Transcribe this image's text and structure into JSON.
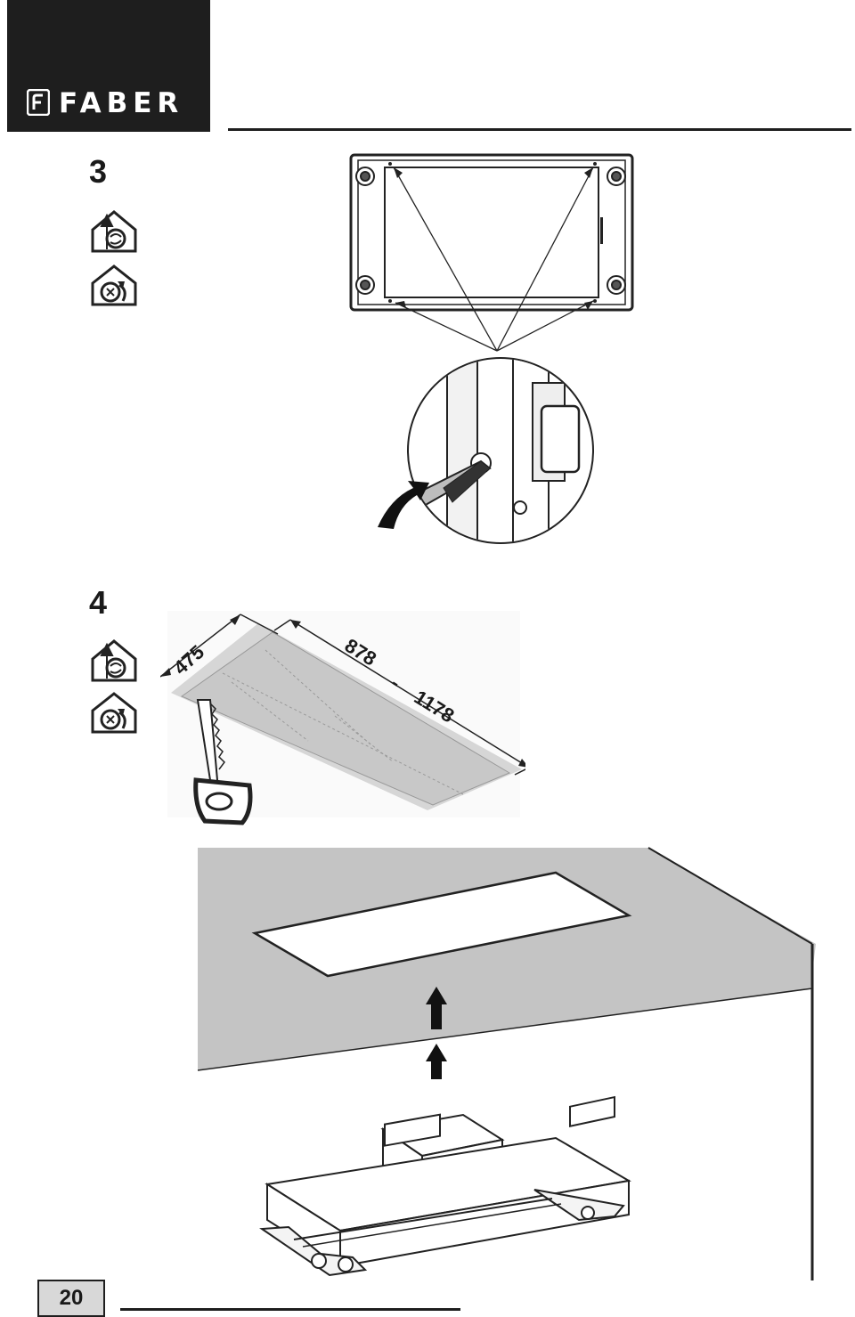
{
  "header": {
    "brand": "FABER"
  },
  "steps": [
    {
      "number": "3",
      "icons": [
        "ducted-mode-icon",
        "recirculation-mode-icon"
      ]
    },
    {
      "number": "4",
      "icons": [
        "ducted-mode-icon",
        "recirculation-mode-icon"
      ]
    }
  ],
  "dimensions": {
    "width": "475",
    "length_min": "878",
    "dash": "-",
    "length_max": "1178"
  },
  "footer": {
    "page_number": "20"
  },
  "colors": {
    "brand_block": "#1e1e1e",
    "ceiling_grey": "#c4c4c4",
    "template_grey": "#cfcfcf",
    "page_badge": "#d8d8d8"
  }
}
